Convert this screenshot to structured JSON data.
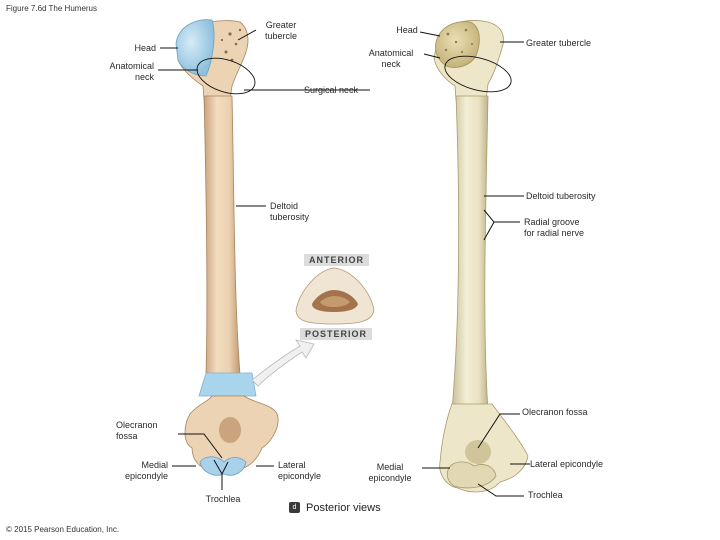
{
  "title": "Figure 7.6d The Humerus",
  "copyright": "© 2015 Pearson Education, Inc.",
  "caption": {
    "letter": "d",
    "text": "Posterior views"
  },
  "anterior_view": {
    "greater_tubercle": "Greater\ntubercle",
    "head": "Head",
    "anatomical_neck": "Anatomical\nneck",
    "surgical_neck": "Surgical neck",
    "deltoid_tuberosity": "Deltoid\ntuberosity",
    "olecranon_fossa": "Olecranon\nfossa",
    "medial_epicondyle": "Medial\nepicondyle",
    "lateral_epicondyle": "Lateral\nepicondyle",
    "trochlea": "Trochlea"
  },
  "posterior_view": {
    "head": "Head",
    "anatomical_neck": "Anatomical\nneck",
    "greater_tubercle": "Greater tubercle",
    "deltoid_tuberosity": "Deltoid tuberosity",
    "radial_groove": "Radial groove\nfor radial nerve",
    "olecranon_fossa": "Olecranon fossa",
    "medial_epicondyle": "Medial\nepicondyle",
    "lateral_epicondyle": "Lateral epicondyle",
    "trochlea": "Trochlea"
  },
  "cross_section": {
    "top_tag": "ANTERIOR",
    "bottom_tag": "POSTERIOR"
  },
  "colors": {
    "bone_anterior": "#ecd3b4",
    "bone_posterior": "#ede6c8",
    "cartilage": "#a9d1ea",
    "section_plane": "#a8d4ec",
    "line": "#111111"
  }
}
